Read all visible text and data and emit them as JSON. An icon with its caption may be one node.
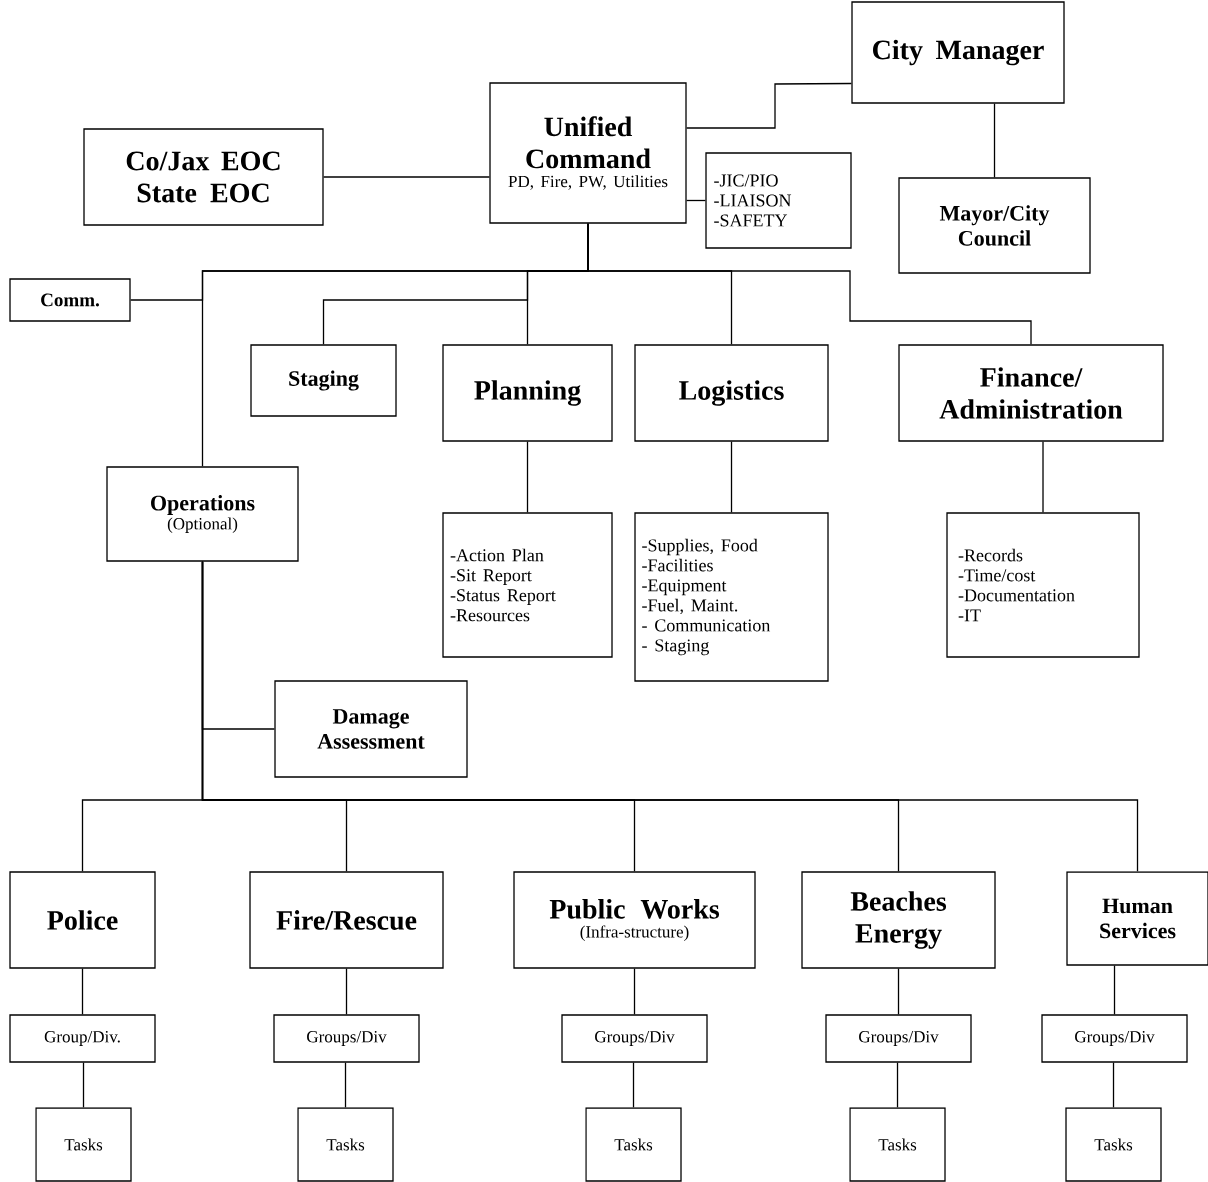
{
  "diagram": {
    "nodes": [
      {
        "text": [
          "City Manager"
        ]
      },
      {
        "text": [
          "Unified Command",
          "PD, Fire, PW, Utilities"
        ]
      },
      {
        "text": [
          "-JIC/PIO",
          "-LIAISON",
          "-SAFETY"
        ]
      },
      {
        "text": [
          "Co/Jax EOC State EOC"
        ]
      },
      {
        "text": [
          "Mayor/City Council"
        ]
      },
      {
        "text": [
          "Comm."
        ]
      },
      {
        "text": [
          "Staging"
        ]
      },
      {
        "text": [
          "Planning"
        ]
      },
      {
        "text": [
          "Logistics"
        ]
      },
      {
        "text": [
          "Finance/ Administration"
        ]
      },
      {
        "text": [
          "Operations",
          "(Optional)"
        ]
      },
      {
        "text": [
          "-Action Plan",
          "-Sit Report",
          "-Status Report",
          "-Resources"
        ]
      },
      {
        "text": [
          "-Supplies, Food",
          "-Facilities",
          "-Equipment",
          "-Fuel, Maint.",
          "- Communication",
          "- Staging"
        ]
      },
      {
        "text": [
          "-Records",
          "-Time/cost",
          "-Documentation",
          "-IT"
        ]
      },
      {
        "text": [
          "Damage Assessment"
        ]
      },
      {
        "text": [
          "Police"
        ]
      },
      {
        "text": [
          "Fire/Rescue"
        ]
      },
      {
        "text": [
          "Public Works",
          "(Infra-structure)"
        ]
      },
      {
        "text": [
          "Beaches Energy"
        ]
      },
      {
        "text": [
          "Human Services"
        ]
      },
      {
        "text": [
          "Group/Div."
        ]
      },
      {
        "text": [
          "Groups/Div"
        ]
      },
      {
        "text": [
          "Groups/Div"
        ]
      },
      {
        "text": [
          "Groups/Div"
        ]
      },
      {
        "text": [
          "Groups/Div"
        ]
      },
      {
        "text": [
          "Tasks"
        ]
      },
      {
        "text": [
          "Tasks"
        ]
      },
      {
        "text": [
          "Tasks"
        ]
      },
      {
        "text": [
          "Tasks"
        ]
      },
      {
        "text": [
          "Tasks"
        ]
      }
    ],
    "edges": [
      {
        "from": 1,
        "to": 0,
        "arrow": "none"
      },
      {
        "from": 0,
        "to": 4,
        "arrow": "none"
      },
      {
        "from": 3,
        "to": 1,
        "arrow": "none"
      },
      {
        "from": 1,
        "to": 2,
        "arrow": "none"
      },
      {
        "from": 1,
        "to": 5,
        "arrow": "none"
      },
      {
        "from": 1,
        "to": 6,
        "arrow": "none"
      },
      {
        "from": 1,
        "to": 7,
        "arrow": "none"
      },
      {
        "from": 1,
        "to": 8,
        "arrow": "none"
      },
      {
        "from": 1,
        "to": 9,
        "arrow": "none"
      },
      {
        "from": 1,
        "to": 10,
        "arrow": "none"
      },
      {
        "from": 7,
        "to": 11,
        "arrow": "none"
      },
      {
        "from": 8,
        "to": 12,
        "arrow": "none"
      },
      {
        "from": 9,
        "to": 13,
        "arrow": "none"
      },
      {
        "from": 10,
        "to": 14,
        "arrow": "none"
      },
      {
        "from": 10,
        "to": 15,
        "arrow": "none"
      },
      {
        "from": 10,
        "to": 16,
        "arrow": "none"
      },
      {
        "from": 10,
        "to": 17,
        "arrow": "none"
      },
      {
        "from": 10,
        "to": 18,
        "arrow": "none"
      },
      {
        "from": 10,
        "to": 19,
        "arrow": "none"
      },
      {
        "from": 15,
        "to": 20,
        "arrow": "none"
      },
      {
        "from": 16,
        "to": 21,
        "arrow": "none"
      },
      {
        "from": 17,
        "to": 22,
        "arrow": "none"
      },
      {
        "from": 18,
        "to": 23,
        "arrow": "none"
      },
      {
        "from": 19,
        "to": 24,
        "arrow": "none"
      },
      {
        "from": 20,
        "to": 25,
        "arrow": "none"
      },
      {
        "from": 21,
        "to": 26,
        "arrow": "none"
      },
      {
        "from": 22,
        "to": 27,
        "arrow": "none"
      },
      {
        "from": 23,
        "to": 28,
        "arrow": "none"
      },
      {
        "from": 24,
        "to": 29,
        "arrow": "none"
      }
    ]
  }
}
